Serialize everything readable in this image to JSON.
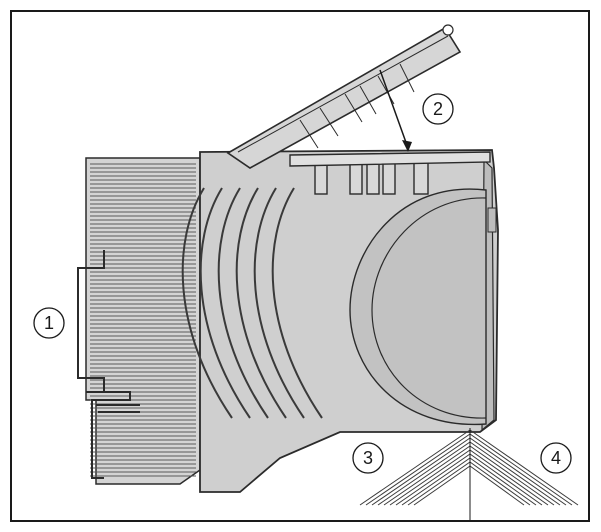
{
  "callouts": [
    {
      "id": "1",
      "label": "1"
    },
    {
      "id": "2",
      "label": "2"
    },
    {
      "id": "3",
      "label": "3"
    },
    {
      "id": "4",
      "label": "4"
    }
  ],
  "colors": {
    "frame": "#1a1a1a",
    "housing_fill": "#cfcfcf",
    "housing_stroke": "#2b2b2b",
    "line": "#1a1a1a",
    "background": "#ffffff"
  }
}
